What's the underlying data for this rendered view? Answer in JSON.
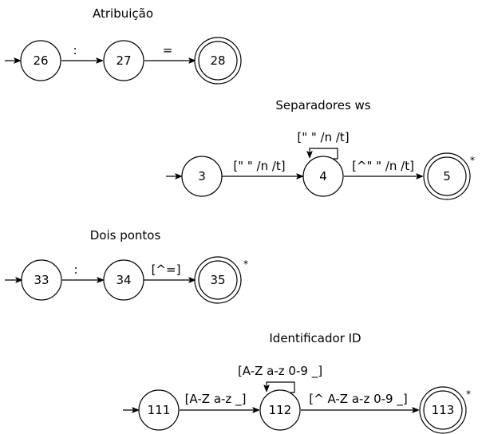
{
  "diagrams": [
    {
      "title": "Atribuição",
      "states": [
        "26",
        "27",
        "28"
      ],
      "transitions": [
        ":",
        "="
      ],
      "final_marker": ""
    },
    {
      "title": "Separadores ws",
      "states": [
        "3",
        "4",
        "5"
      ],
      "transitions": [
        "[\" \" /n /t]",
        "[^\" \" /n /t]"
      ],
      "loop": "[\" \" /n /t]",
      "final_marker": "*"
    },
    {
      "title": "Dois pontos",
      "states": [
        "33",
        "34",
        "35"
      ],
      "transitions": [
        ":",
        "[^=]"
      ],
      "final_marker": "*"
    },
    {
      "title": "Identificador ID",
      "states": [
        "111",
        "112",
        "113"
      ],
      "transitions": [
        "[A-Z a-z _]",
        "[^ A-Z a-z 0-9 _]"
      ],
      "loop": "[A-Z a-z 0-9 _]",
      "final_marker": "*"
    }
  ],
  "colors": {
    "stroke": "#000000",
    "background": "#ffffff"
  }
}
